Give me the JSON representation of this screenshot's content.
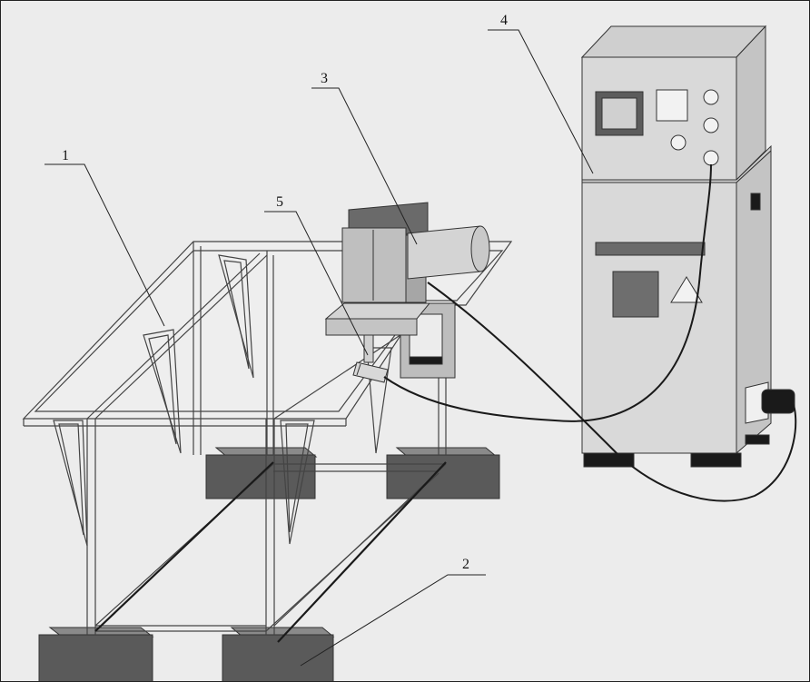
{
  "diagram": {
    "callouts": [
      {
        "id": "1",
        "label": "1"
      },
      {
        "id": "2",
        "label": "2"
      },
      {
        "id": "3",
        "label": "3"
      },
      {
        "id": "4",
        "label": "4"
      },
      {
        "id": "5",
        "label": "5"
      }
    ]
  },
  "colors": {
    "background": "#ececec",
    "outline": "#333333",
    "block_dark": "#595959",
    "cabinet_face": "#d9d9d9",
    "cabinet_side": "#c4c4c4",
    "cabinet_top": "#cfcfcf",
    "panel_dark": "#6e6e6e",
    "cable": "#1a1a1a"
  }
}
